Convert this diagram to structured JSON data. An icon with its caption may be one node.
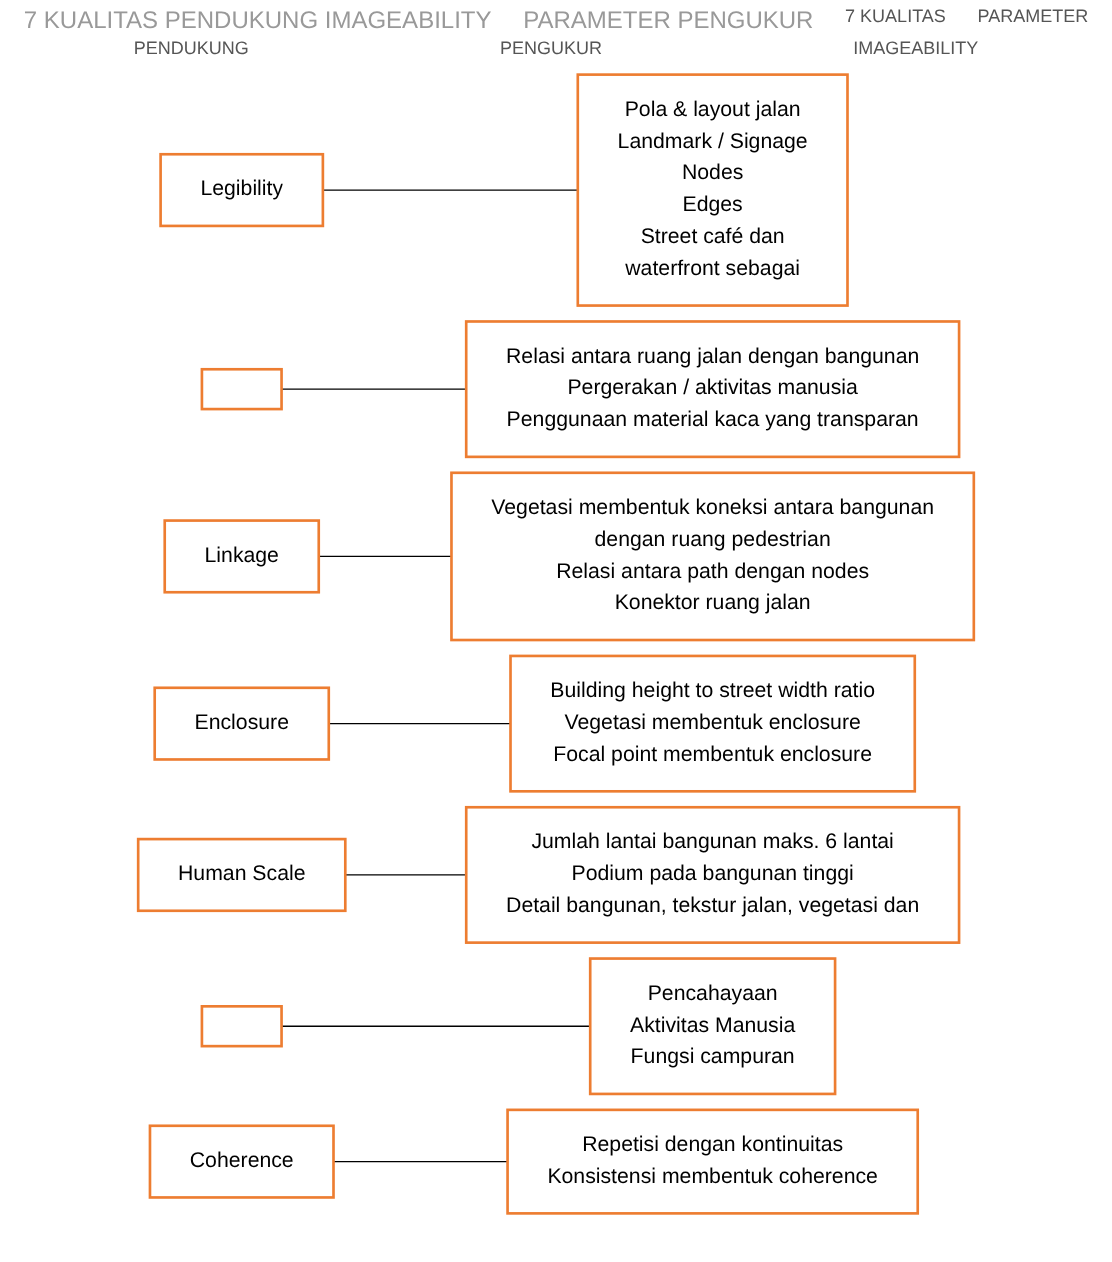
{
  "diagram": {
    "nodes": [
      {
        "text": [
          "Legibility"
        ]
      },
      {
        "text": [],
        "shape": "box"
      },
      {
        "text": [
          "Linkage"
        ]
      },
      {
        "text": [
          "Enclosure"
        ]
      },
      {
        "text": [
          "Human Scale"
        ]
      },
      {
        "text": [],
        "shape": "box"
      },
      {
        "text": [
          "Coherence"
        ]
      },
      {
        "text": [
          "Pola & layout jalan",
          "Landmark / Signage",
          "Nodes",
          "Edges",
          "Street café dan",
          "waterfront sebagai"
        ]
      },
      {
        "text": [
          "Relasi antara ruang jalan dengan bangunan",
          "Pergerakan / aktivitas manusia",
          "Penggunaan material kaca yang transparan"
        ]
      },
      {
        "text": [
          "Vegetasi membentuk koneksi antara bangunan",
          "dengan ruang pedestrian",
          "Relasi antara path dengan nodes",
          "Konektor ruang jalan"
        ]
      },
      {
        "text": [
          "Building height to street width ratio",
          "Vegetasi membentuk enclosure",
          "Focal point membentuk enclosure"
        ]
      },
      {
        "text": [
          "Jumlah lantai bangunan maks. 6 lantai",
          "Podium pada bangunan tinggi",
          "Detail bangunan, tekstur jalan, vegetasi dan"
        ]
      },
      {
        "text": [
          "Pencahayaan",
          "Aktivitas Manusia",
          "Fungsi campuran"
        ]
      },
      {
        "text": [
          "Repetisi dengan kontinuitas",
          "Konsistensi membentuk coherence"
        ]
      }
    ],
    "edges": [
      {
        "from": 0,
        "to": 7,
        "arrow": "none"
      },
      {
        "from": 1,
        "to": 8,
        "arrow": "none"
      },
      {
        "from": 2,
        "to": 9,
        "arrow": "none"
      },
      {
        "from": 3,
        "to": 10,
        "arrow": "none"
      },
      {
        "from": 4,
        "to": 11,
        "arrow": "none"
      },
      {
        "from": 5,
        "to": 12,
        "arrow": "none"
      },
      {
        "from": 6,
        "to": 13,
        "arrow": "none"
      }
    ],
    "labels": [
      "7 KUALITAS PENDUKUNG IMAGEABILITY",
      "PARAMETER PENGUKUR",
      "7 KUALITAS",
      "PARAMETER",
      "PENDUKUNG",
      "PENGUKUR",
      "IMAGEABILITY"
    ]
  }
}
